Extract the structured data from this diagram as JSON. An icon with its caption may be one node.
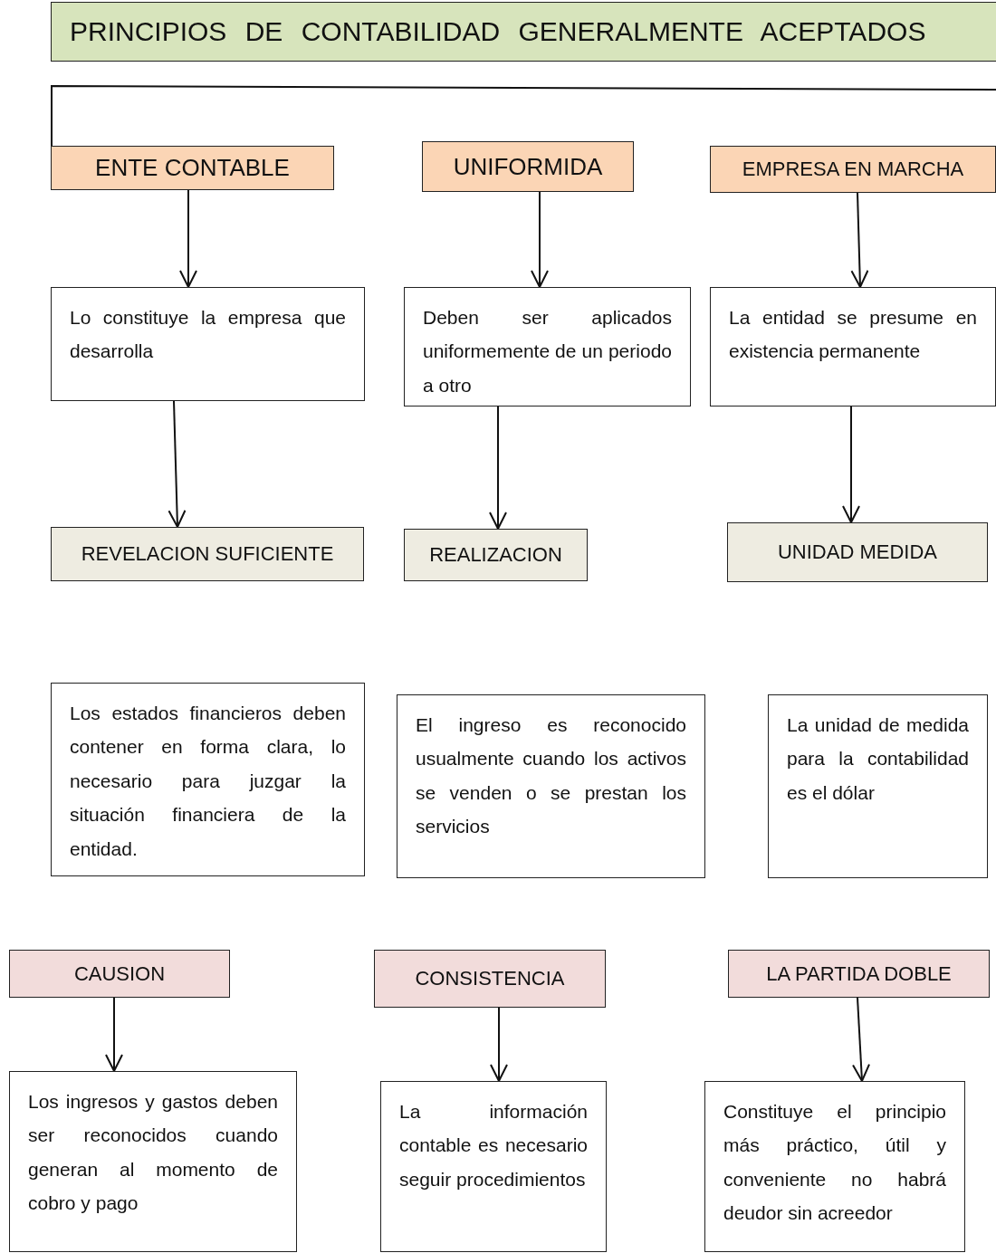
{
  "diagram": {
    "nodes": [
      {
        "text": [
          "PRINCIPIOS DE CONTABILIDAD GENERALMENTE ACEPTADOS"
        ]
      },
      {
        "text": [
          "ENTE CONTABLE"
        ]
      },
      {
        "text": [
          "UNIFORMIDA"
        ]
      },
      {
        "text": [
          "EMPRESA EN MARCHA"
        ]
      },
      {
        "text": [
          "Lo constituye la empresa que desarrolla"
        ]
      },
      {
        "text": [
          "Deben ser aplicados uniformemente de un periodo a otro"
        ]
      },
      {
        "text": [
          "La entidad se presume en existencia permanente"
        ]
      },
      {
        "text": [
          "REVELACION SUFICIENTE"
        ]
      },
      {
        "text": [
          "REALIZACION"
        ]
      },
      {
        "text": [
          "UNIDAD MEDIDA"
        ]
      },
      {
        "text": [
          "Los estados financieros deben contener en forma clara, lo necesario para juzgar la situación financiera de la entidad."
        ]
      },
      {
        "text": [
          "El ingreso es reconocido usualmente cuando los activos se venden o se prestan los servicios"
        ]
      },
      {
        "text": [
          "La unidad de medida para la contabilidad es el dólar"
        ]
      },
      {
        "text": [
          "CAUSION"
        ]
      },
      {
        "text": [
          "CONSISTENCIA"
        ]
      },
      {
        "text": [
          "LA PARTIDA DOBLE"
        ]
      },
      {
        "text": [
          "Los ingresos y gastos deben ser reconocidos cuando generan al momento de cobro y pago"
        ]
      },
      {
        "text": [
          "La información contable es necesario seguir procedimientos"
        ]
      },
      {
        "text": [
          "Constituye el principio más práctico, útil y conveniente no habrá deudor sin acreedor"
        ]
      }
    ],
    "edges": [
      {
        "from": 1,
        "to": 4,
        "arrow": "to"
      },
      {
        "from": 2,
        "to": 5,
        "arrow": "to"
      },
      {
        "from": 3,
        "to": 6,
        "arrow": "to"
      },
      {
        "from": 4,
        "to": 7,
        "arrow": "to"
      },
      {
        "from": 5,
        "to": 8,
        "arrow": "to"
      },
      {
        "from": 6,
        "to": 9,
        "arrow": "to"
      },
      {
        "from": 13,
        "to": 16,
        "arrow": "to"
      },
      {
        "from": 14,
        "to": 17,
        "arrow": "to"
      },
      {
        "from": 15,
        "to": 18,
        "arrow": "to"
      },
      {
        "from": null,
        "to": 1,
        "arrow": "none"
      }
    ]
  }
}
